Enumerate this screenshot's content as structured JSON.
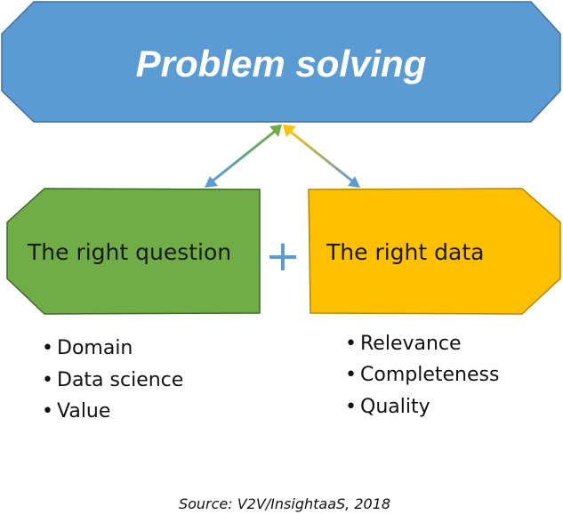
{
  "title": "Problem solving",
  "operator": "+",
  "left_box": {
    "label": "The right question",
    "items": [
      "Domain",
      "Data science",
      "Value"
    ]
  },
  "right_box": {
    "label": "The right data",
    "items": [
      "Relevance",
      "Completeness",
      "Quality"
    ]
  },
  "bullet": "•",
  "source": "Source: V2V/InsightaaS, 2018",
  "colors": {
    "title_fill": "#5b9bd5",
    "title_stroke": "#41719c",
    "left_fill": "#70ad47",
    "left_stroke": "#3e6b24",
    "right_fill": "#ffc000",
    "right_stroke": "#b38600",
    "plus": "#5b9bd5"
  }
}
